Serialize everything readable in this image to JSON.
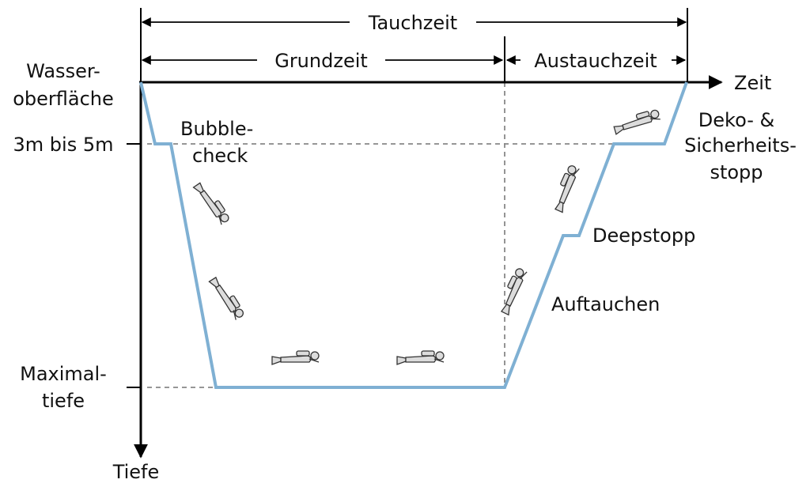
{
  "labels": {
    "dive_time": "Tauchzeit",
    "bottom_time": "Grundzeit",
    "ascent_time": "Austauchzeit",
    "time_axis": "Zeit",
    "depth_axis": "Tiefe",
    "surface_line1": "Wasser-",
    "surface_line2": "oberfläche",
    "shallow_depth": "3m bis 5m",
    "max_depth_line1": "Maximal-",
    "max_depth_line2": "tiefe",
    "bubble_line1": "Bubble-",
    "bubble_line2": "check",
    "deco_line1": "Deko- &",
    "deco_line2": "Sicherheits-",
    "deco_line3": "stopp",
    "deepstop": "Deepstopp",
    "ascent": "Auftauchen"
  },
  "colors": {
    "profile": "#7fb0d3",
    "axis": "#000000",
    "guide": "#888888",
    "diver": "#dcdcdc"
  },
  "icons": [
    "diver-icon"
  ]
}
